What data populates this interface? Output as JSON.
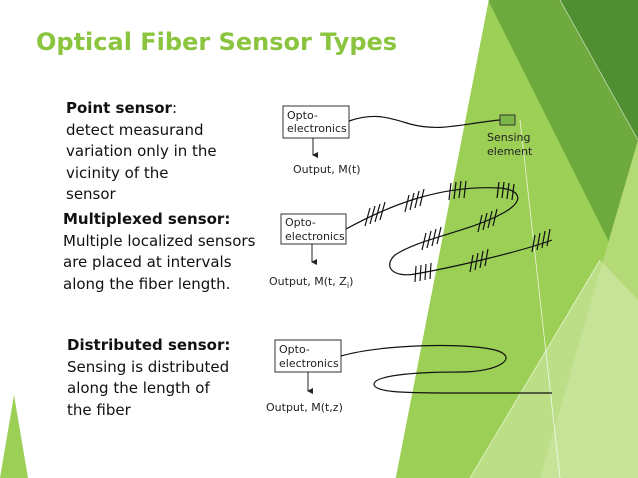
{
  "title": "Optical Fiber Sensor Types",
  "point": {
    "heading": "Point sensor",
    "heading_suffix": ":",
    "lines": [
      "detect measurand",
      "variation only in the",
      "vicinity of the",
      "sensor"
    ],
    "box_line1": "Opto-",
    "box_line2": "electronics",
    "output": "Output, M(t)",
    "sensing_line1": "Sensing",
    "sensing_line2": "element"
  },
  "multiplexed": {
    "heading": "Multiplexed sensor:",
    "lines": [
      "Multiple localized sensors",
      "are placed at intervals",
      "along the fiber length."
    ],
    "box_line1": "Opto-",
    "box_line2": "electronics",
    "output_main": "Output, M(t, Z",
    "output_sub": "i",
    "output_end": ")"
  },
  "distributed": {
    "heading": "Distributed sensor:",
    "lines": [
      "Sensing is distributed",
      "along the length of",
      "the fiber"
    ],
    "box_line1": "Opto-",
    "box_line2": "electronics",
    "output": "Output, M(t,z)"
  },
  "colors": {
    "title": "#8bc43f",
    "sensing_element": "#7ab648",
    "accent_green": "#8bc43f",
    "dark_green": "#5e9e3a"
  }
}
